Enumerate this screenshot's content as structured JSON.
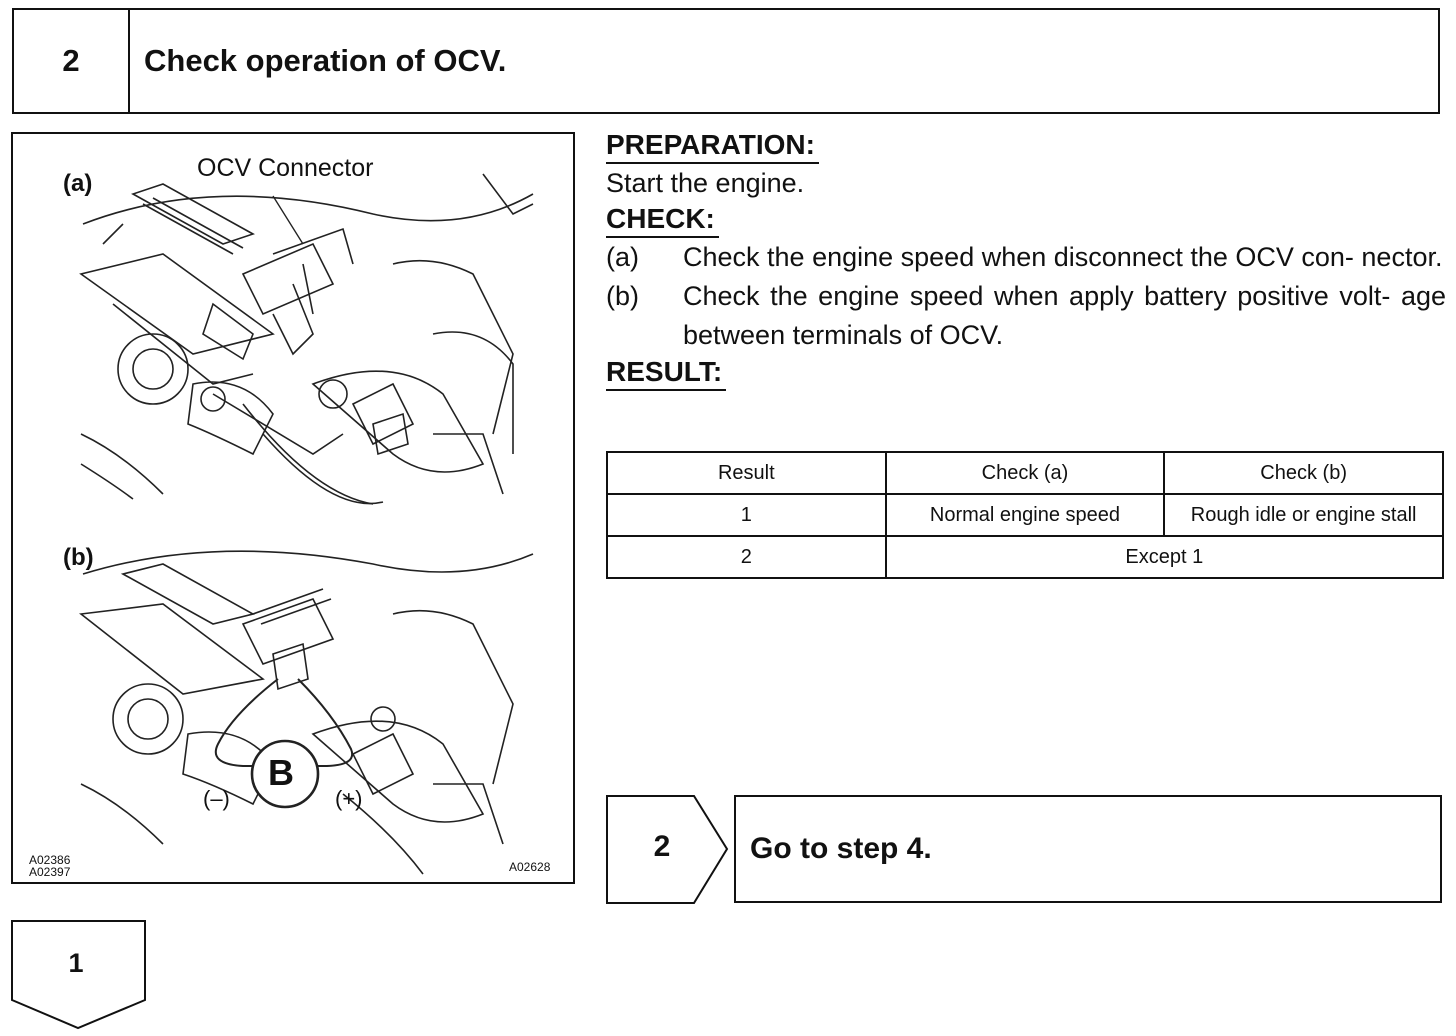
{
  "header": {
    "step_number": "2",
    "title": "Check operation of OCV."
  },
  "figure": {
    "label_a": "(a)",
    "label_b": "(b)",
    "callout_ocv": "OCV Connector",
    "meter_symbol": "B",
    "neg_terminal": "(–)",
    "pos_terminal": "(+)",
    "code_left_1": "A02386",
    "code_left_2": "A02397",
    "code_right": "A02628"
  },
  "preparation": {
    "heading": "PREPARATION:",
    "text": "Start the engine."
  },
  "check": {
    "heading": "CHECK:",
    "items": [
      {
        "mark": "(a)",
        "text": "Check the engine speed when disconnect the OCV con- nector."
      },
      {
        "mark": "(b)",
        "text": "Check the engine speed when apply battery positive volt- age between terminals of OCV."
      }
    ]
  },
  "result": {
    "heading": "RESULT:",
    "columns": [
      "Result",
      "Check (a)",
      "Check (b)"
    ],
    "rows": [
      [
        "1",
        "Normal engine speed",
        "Rough idle or engine stall"
      ],
      [
        "2",
        "Except 1"
      ]
    ]
  },
  "goto": {
    "number": "2",
    "text": "Go to step 4."
  },
  "step_tab": {
    "number": "1"
  }
}
